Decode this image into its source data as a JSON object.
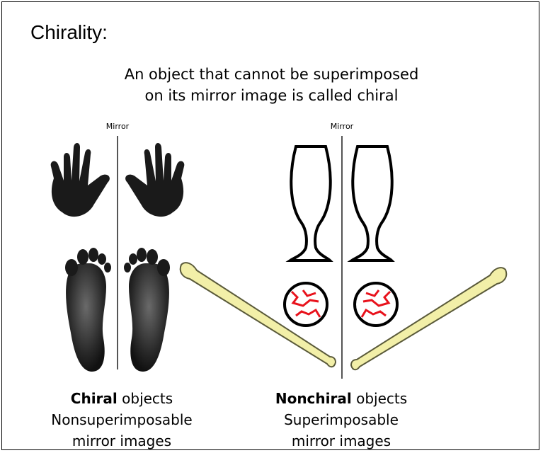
{
  "title": "Chirality:",
  "subtitle_line1": "An object that cannot be superimposed",
  "subtitle_line2": "on its mirror image is called chiral",
  "left_panel": {
    "mirror_label": "Mirror",
    "caption_bold": "Chiral",
    "caption_rest": " objects",
    "caption_line2": "Nonsuperimposable",
    "caption_line3": "mirror images"
  },
  "right_panel": {
    "mirror_label": "Mirror",
    "caption_bold": "Nonchiral",
    "caption_rest": " objects",
    "caption_line2": "Superimposable",
    "caption_line3": "mirror images"
  },
  "colors": {
    "bat_fill": "#f2efa8",
    "bat_stroke": "#5a5a3a",
    "stitch_red": "#e8121c",
    "print_dark": "#1a1a1a",
    "mirror_line": "#555555"
  }
}
